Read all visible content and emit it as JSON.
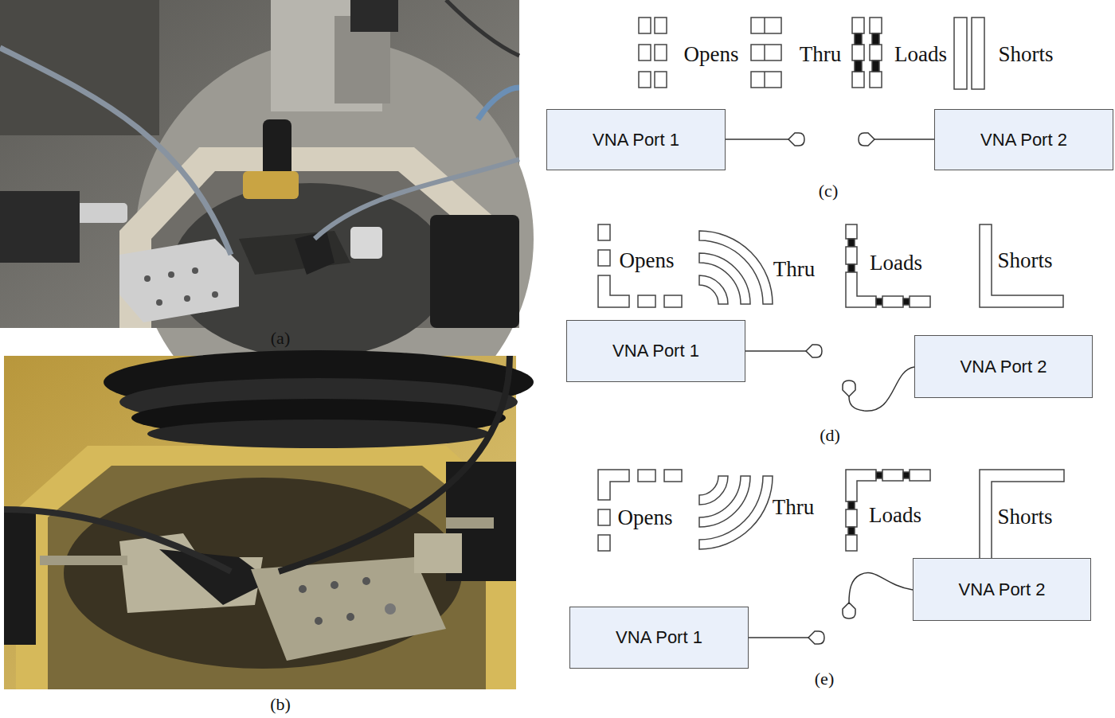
{
  "diagram": {
    "nodes": [
      {
        "text": [
          "VNA Port 1"
        ]
      },
      {
        "text": [
          "VNA Port 2"
        ]
      },
      {
        "text": [
          "VNA Port 1"
        ]
      },
      {
        "text": [
          "VNA Port 2"
        ]
      },
      {
        "text": [
          "VNA Port 1"
        ]
      },
      {
        "text": [
          "VNA Port 2"
        ]
      }
    ],
    "labels": [
      "Opens",
      "Thru",
      "Loads",
      "Shorts",
      "(c)",
      "Opens",
      "Thru",
      "Loads",
      "Shorts",
      "(d)",
      "Opens",
      "Thru",
      "Loads",
      "Shorts",
      "(e)",
      "(a)",
      "(b)"
    ]
  }
}
